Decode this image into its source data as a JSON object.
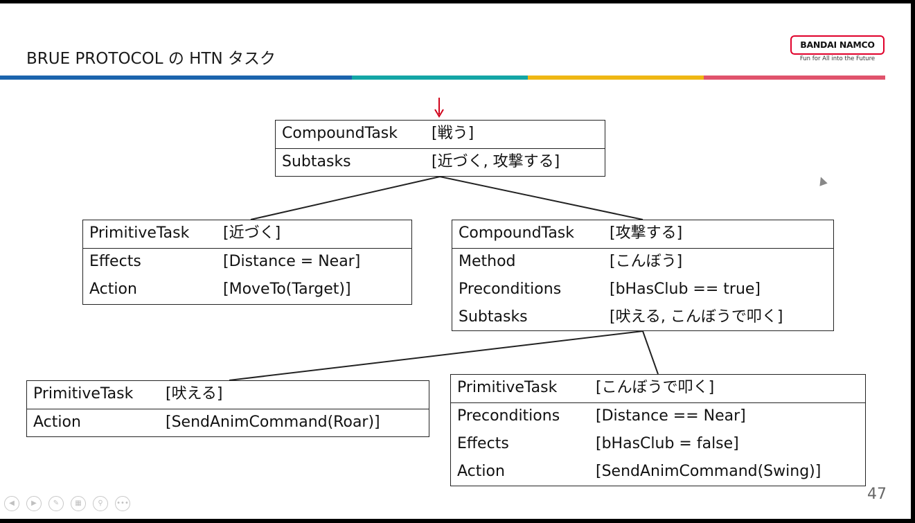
{
  "title": "BRUE PROTOCOL の HTN タスク",
  "logo": {
    "brand": "BANDAI NAMCO",
    "tagline": "Fun for All into the Future"
  },
  "page_number": "47",
  "colors": {
    "blue": "#1b64ad",
    "teal": "#14a6a6",
    "yellow": "#efb713",
    "pink": "#e0536c",
    "arrow": "#d0021b"
  },
  "root": {
    "rows": [
      {
        "label": "CompoundTask",
        "value": "[戦う]"
      },
      {
        "label": "Subtasks",
        "value": "[近づく, 攻撃する]"
      }
    ]
  },
  "approach": {
    "rows": [
      {
        "label": "PrimitiveTask",
        "value": "[近づく]"
      },
      {
        "label": "Effects",
        "value": "[Distance = Near]"
      },
      {
        "label": "Action",
        "value": "[MoveTo(Target)]"
      }
    ]
  },
  "attack": {
    "rows": [
      {
        "label": "CompoundTask",
        "value": "[攻撃する]"
      },
      {
        "label": "Method",
        "value": "[こんぼう]"
      },
      {
        "label": "Preconditions",
        "value": "[bHasClub == true]"
      },
      {
        "label": "Subtasks",
        "value": "[吠える, こんぼうで叩く]"
      }
    ]
  },
  "roar": {
    "rows": [
      {
        "label": "PrimitiveTask",
        "value": "[吠える]"
      },
      {
        "label": "Action",
        "value": "[SendAnimCommand(Roar)]"
      }
    ]
  },
  "swing": {
    "rows": [
      {
        "label": "PrimitiveTask",
        "value": "[こんぼうで叩く]"
      },
      {
        "label": "Preconditions",
        "value": "[Distance == Near]"
      },
      {
        "label": "Effects",
        "value": "[bHasClub = false]"
      },
      {
        "label": "Action",
        "value": "[SendAnimCommand(Swing)]"
      }
    ]
  },
  "controls": [
    "prev-icon",
    "next-icon",
    "pen-icon",
    "slides-icon",
    "zoom-icon",
    "more-icon"
  ]
}
